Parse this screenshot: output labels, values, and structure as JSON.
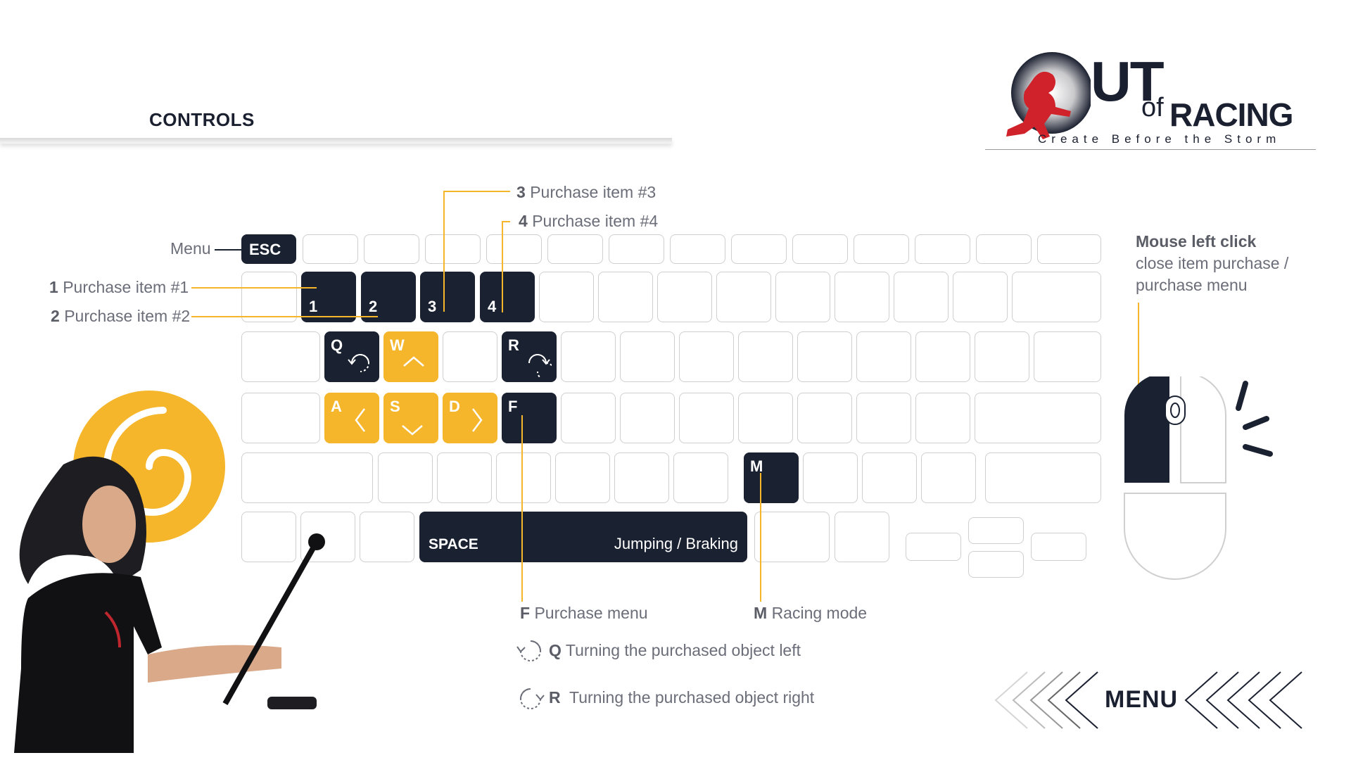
{
  "header": {
    "title": "CONTROLS"
  },
  "logo": {
    "ut": "UT",
    "of": "of",
    "racing": "RACING",
    "tagline": "Create Before the Storm"
  },
  "keys": {
    "esc": "ESC",
    "k1": "1",
    "k2": "2",
    "k3": "3",
    "k4": "4",
    "q": "Q",
    "w": "W",
    "r": "R",
    "a": "A",
    "s": "S",
    "d": "D",
    "f": "F",
    "m": "M",
    "space": "SPACE",
    "space_action": "Jumping / Braking"
  },
  "annotations": {
    "menu": "Menu",
    "item1_key": "1",
    "item1": "Purchase item #1",
    "item2_key": "2",
    "item2": "Purchase item #2",
    "item3_key": "3",
    "item3": "Purchase item #3",
    "item4_key": "4",
    "item4": "Purchase item #4",
    "f_key": "F",
    "f_desc": "Purchase menu",
    "m_key": "M",
    "m_desc": "Racing mode",
    "q_key": "Q",
    "q_desc": "Turning the purchased object left",
    "r_key": "R",
    "r_desc": "Turning the purchased object right"
  },
  "mouse": {
    "title": "Mouse left click",
    "line1": "close item purchase /",
    "line2": "purchase menu"
  },
  "nav": {
    "menu_label": "MENU"
  },
  "colors": {
    "accent": "#f5b62b",
    "dark": "#1a2131",
    "logo_red": "#d0222a",
    "key_border": "#cfcfcf"
  },
  "icons": [
    "rotate-left-icon",
    "rotate-right-icon",
    "arrow-up-icon",
    "arrow-left-icon",
    "arrow-down-icon",
    "arrow-right-icon",
    "mouse-icon",
    "chevrons-icon"
  ]
}
